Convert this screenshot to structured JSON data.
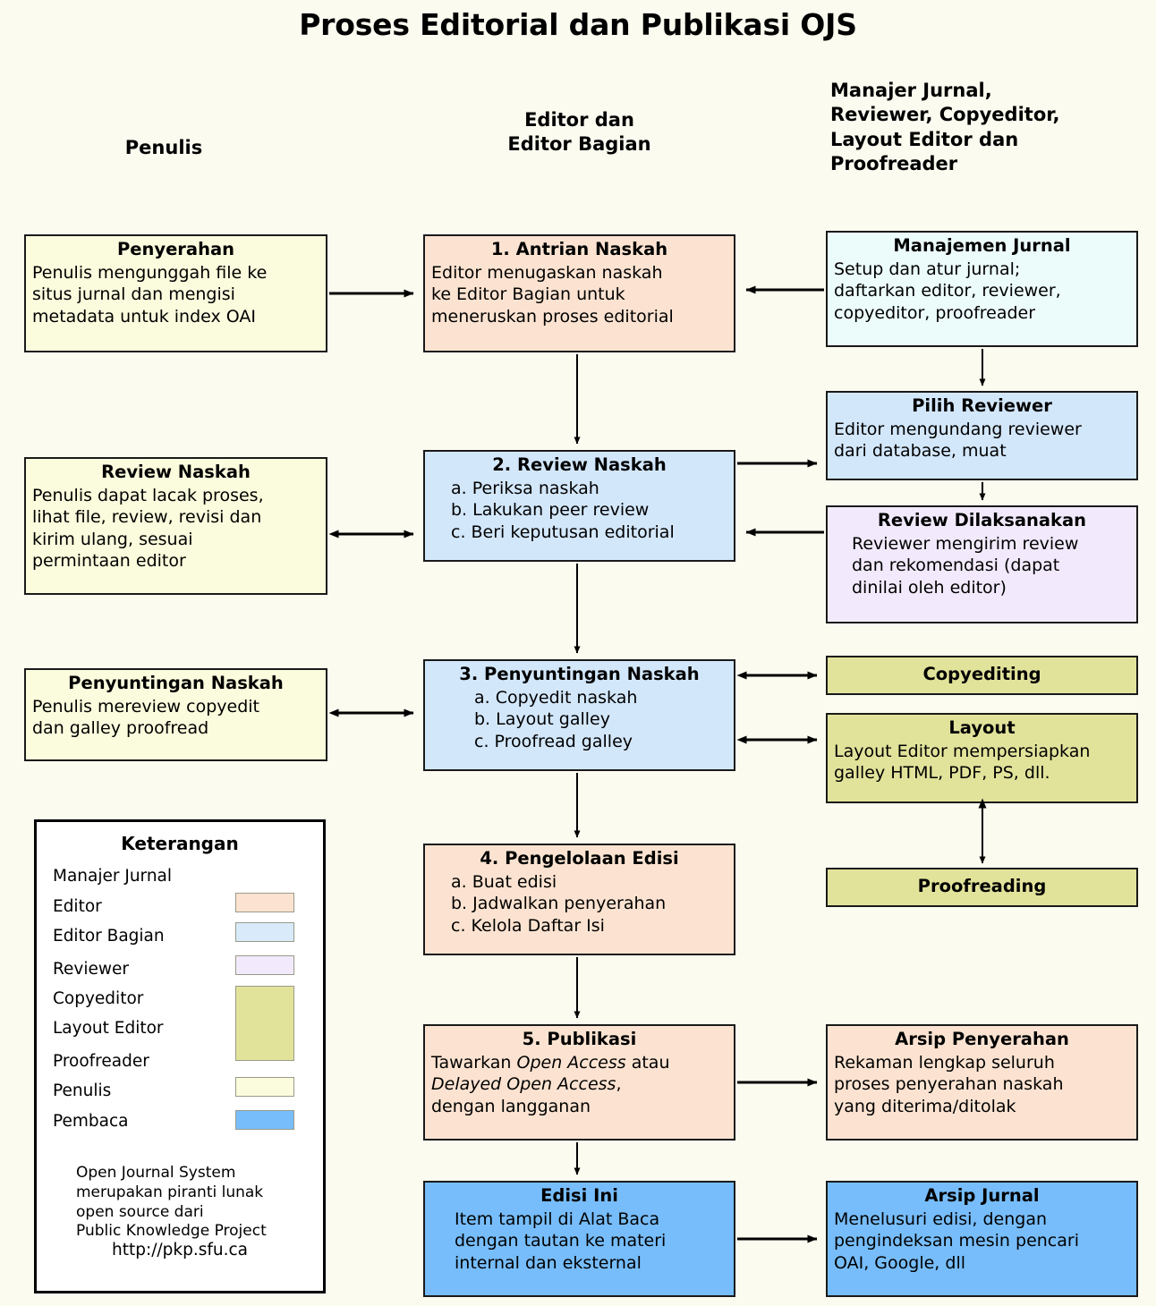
{
  "title": "Proses Editorial dan Publikasi OJS",
  "columns": {
    "left": "Penulis",
    "middle": "Editor dan\nEditor Bagian",
    "right": "Manajer Jurnal,\nReviewer, Copyeditor,\nLayout Editor dan\nProofreader"
  },
  "nodes": {
    "penyerahan": {
      "title": "Penyerahan",
      "lines": [
        "Penulis mengunggah file ke",
        "situs jurnal dan mengisi",
        "metadata untuk index OAI"
      ],
      "color": "#fbfbdd",
      "role": "Penulis"
    },
    "antrian_naskah": {
      "title": "1. Antrian Naskah",
      "lines": [
        "Editor menugaskan naskah",
        "ke Editor Bagian untuk",
        "meneruskan proses editorial"
      ],
      "color": "#fce3d1",
      "role": "Editor"
    },
    "manajemen_jurnal": {
      "title": "Manajemen Jurnal",
      "lines": [
        "Setup dan atur jurnal;",
        "daftarkan editor, reviewer,",
        "copyeditor, proofreader"
      ],
      "color": "#ecfcfb",
      "role": "Manajer Jurnal"
    },
    "pilih_reviewer": {
      "title": "Pilih Reviewer",
      "lines": [
        "Editor mengundang reviewer",
        "dari database, muat"
      ],
      "color": "#d3e7fb",
      "role": "Editor Bagian"
    },
    "review_naskah_penulis": {
      "title": "Review Naskah",
      "lines": [
        "Penulis dapat lacak proses,",
        "lihat file, review, revisi dan",
        "kirim ulang, sesuai",
        "permintaan editor"
      ],
      "color": "#fbfbdd",
      "role": "Penulis"
    },
    "review_naskah": {
      "title": "2. Review Naskah",
      "lines": [
        "a. Periksa naskah",
        "b. Lakukan peer review",
        "c. Beri keputusan editorial"
      ],
      "color": "#d3e7fb",
      "role": "Editor Bagian"
    },
    "review_dilaksanakan": {
      "title": "Review Dilaksanakan",
      "lines": [
        "Reviewer mengirim review",
        "dan rekomendasi (dapat",
        "dinilai oleh editor)"
      ],
      "color": "#f2eafc",
      "role": "Reviewer"
    },
    "penyuntingan_naskah_penulis": {
      "title": "Penyuntingan Naskah",
      "lines": [
        "Penulis mereview copyedit",
        "dan galley proofread"
      ],
      "color": "#fbfbdd",
      "role": "Penulis"
    },
    "penyuntingan_naskah": {
      "title": "3. Penyuntingan Naskah",
      "lines": [
        "a. Copyedit naskah",
        "b. Layout galley",
        "c. Proofread galley"
      ],
      "color": "#d3e7fb",
      "role": "Editor Bagian"
    },
    "copyediting": {
      "title": "Copyediting",
      "lines": [],
      "color": "#e2e39b",
      "role": "Copyeditor"
    },
    "layout": {
      "title": "Layout",
      "lines": [
        "Layout Editor mempersiapkan",
        "galley HTML, PDF, PS, dll."
      ],
      "color": "#e2e39b",
      "role": "Layout Editor"
    },
    "proofreading": {
      "title": "Proofreading",
      "lines": [],
      "color": "#e2e39b",
      "role": "Proofreader"
    },
    "pengelolaan_edisi": {
      "title": "4. Pengelolaan Edisi",
      "lines": [
        "a. Buat edisi",
        "b. Jadwalkan penyerahan",
        "c. Kelola Daftar Isi"
      ],
      "color": "#fce3d1",
      "role": "Editor"
    },
    "publikasi": {
      "title": "5. Publikasi",
      "lines": [
        "Tawarkan Open Access atau",
        "Delayed Open Access,",
        "dengan langganan"
      ],
      "color": "#fce3d1",
      "role": "Editor"
    },
    "arsip_penyerahan": {
      "title": "Arsip Penyerahan",
      "lines": [
        "Rekaman lengkap seluruh",
        "proses penyerahan naskah",
        "yang diterima/ditolak"
      ],
      "color": "#fce3d1",
      "role": "Editor"
    },
    "edisi_ini": {
      "title": "Edisi Ini",
      "lines": [
        "Item tampil di Alat Baca",
        "dengan tautan ke materi",
        "internal dan eksternal"
      ],
      "color": "#77bdfb",
      "role": "Pembaca"
    },
    "arsip_jurnal": {
      "title": "Arsip Jurnal",
      "lines": [
        "Menelusuri edisi, dengan",
        "pengindeksan mesin pencari",
        "OAI, Google, dll"
      ],
      "color": "#77bdfb",
      "role": "Pembaca"
    }
  },
  "legend": {
    "title": "Keterangan",
    "entries": [
      {
        "label": "Manajer Jurnal",
        "color": ""
      },
      {
        "label": "Editor",
        "color": "#fce3d1"
      },
      {
        "label": "Editor Bagian",
        "color": "#d9eafb"
      },
      {
        "label": "Reviewer",
        "color": "#f2eafc"
      },
      {
        "label": "Copyeditor",
        "color": "#e2e39b"
      },
      {
        "label": "Layout Editor",
        "color": "#e2e39b"
      },
      {
        "label": "Proofreader",
        "color": "#e2e39b"
      },
      {
        "label": "Penulis",
        "color": "#fbfbdd"
      },
      {
        "label": "Pembaca",
        "color": "#77bdfb"
      }
    ],
    "note": [
      "Open Journal System",
      "merupakan piranti lunak",
      "open source dari",
      "Public Knowledge Project"
    ],
    "url": "http://pkp.sfu.ca"
  }
}
